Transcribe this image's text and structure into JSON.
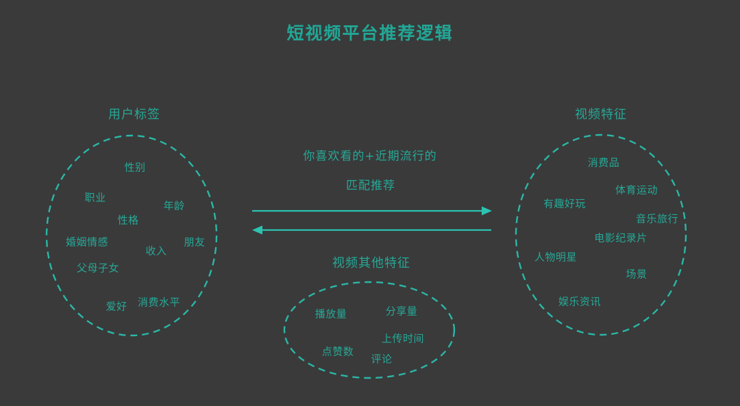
{
  "title": "短视频平台推荐逻辑",
  "colors": {
    "background": "#3a3a3a",
    "text": "#26a897",
    "title": "#21a796",
    "arrow": "#2cc3b2",
    "ellipse": "#2bb7a7"
  },
  "user_tags": {
    "label": "用户标签",
    "tags": [
      "性别",
      "职业",
      "年龄",
      "性格",
      "婚姻情感",
      "收入",
      "朋友",
      "父母子女",
      "爱好",
      "消费水平"
    ]
  },
  "video_features": {
    "label": "视频特征",
    "tags": [
      "消费品",
      "体育运动",
      "有趣好玩",
      "音乐旅行",
      "电影纪录片",
      "人物明星",
      "场景",
      "娱乐资讯"
    ]
  },
  "video_other_features": {
    "label": "视频其他特征",
    "tags": [
      "播放量",
      "分享量",
      "上传时间",
      "点赞数",
      "评论"
    ]
  },
  "center": {
    "line1": "你喜欢看的+近期流行的",
    "line2": "匹配推荐"
  }
}
